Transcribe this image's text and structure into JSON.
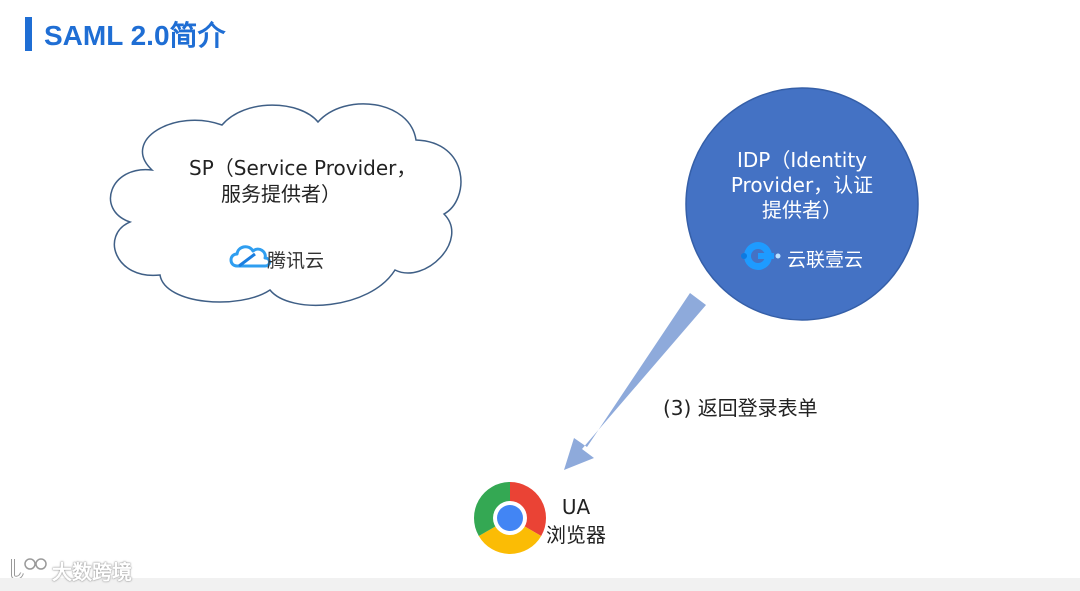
{
  "header": {
    "title": "SAML 2.0简介",
    "accent_color": "#1f6ed4"
  },
  "sp_node": {
    "line1": "SP（Service Provider，",
    "line2": "服务提供者）",
    "logo_icon": "tencent-cloud-icon",
    "logo_text": "腾讯云",
    "shape": "cloud",
    "outline_color": "#3f5f86"
  },
  "idp_node": {
    "line1": "IDP（Identity",
    "line2": "Provider，认证",
    "line3": "提供者）",
    "logo_icon": "yunlian-icon",
    "logo_text": "云联壹云",
    "shape": "circle",
    "fill_color": "#4472c4"
  },
  "flow": {
    "step_label": "(3) 返回登录表单",
    "arrow_color": "#8eaadb"
  },
  "ua_node": {
    "icon": "chrome-browser-icon",
    "line1": "UA",
    "line2": "浏览器"
  },
  "watermark": {
    "icon": "dashuju-logo-icon",
    "text": "大数跨境"
  }
}
